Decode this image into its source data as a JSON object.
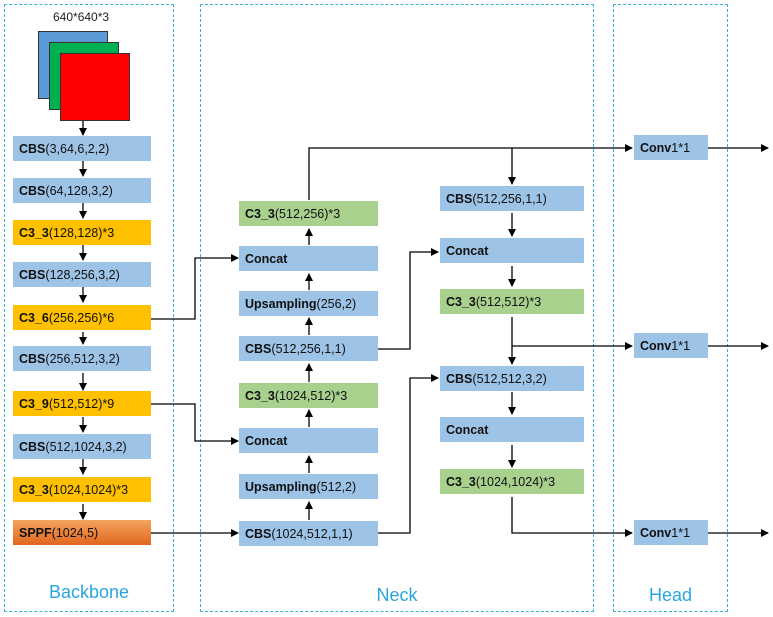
{
  "input": {
    "size_label": "640*640*3",
    "layer_colors": [
      "#5b9bd5",
      "#00b050",
      "#ff0000"
    ]
  },
  "panels": {
    "backbone": "Backbone",
    "neck": "Neck",
    "head": "Head"
  },
  "backbone": [
    {
      "name": "CBS",
      "params": "(3,64,6,2,2)"
    },
    {
      "name": "CBS",
      "params": "(64,128,3,2)"
    },
    {
      "name": "C3_3",
      "params": " (128,128)*3"
    },
    {
      "name": "CBS",
      "params": "(128,256,3,2)"
    },
    {
      "name": "C3_6",
      "params": " (256,256)*6"
    },
    {
      "name": "CBS",
      "params": "(256,512,3,2)"
    },
    {
      "name": "C3_9",
      "params": " (512,512)*9"
    },
    {
      "name": "CBS",
      "params": "(512,1024,3,2)"
    },
    {
      "name": "C3_3",
      "params": "(1024,1024)*3"
    },
    {
      "name": "SPPF",
      "params": "(1024,5)"
    }
  ],
  "neck_left": [
    {
      "name": "C3_3",
      "params": " (512,256)*3"
    },
    {
      "name": "Concat",
      "params": ""
    },
    {
      "name": "Upsampling",
      "params": "(256,2)"
    },
    {
      "name": "CBS",
      "params": "(512,256,1,1)"
    },
    {
      "name": "C3_3",
      "params": " (1024,512)*3"
    },
    {
      "name": "Concat",
      "params": ""
    },
    {
      "name": "Upsampling",
      "params": "(512,2)"
    },
    {
      "name": "CBS",
      "params": "(1024,512,1,1)"
    }
  ],
  "neck_right": [
    {
      "name": "CBS",
      "params": "(512,256,1,1)"
    },
    {
      "name": "Concat",
      "params": ""
    },
    {
      "name": "C3_3",
      "params": " (512,512)*3"
    },
    {
      "name": "CBS",
      "params": "(512,512,3,2)"
    },
    {
      "name": "Concat",
      "params": ""
    },
    {
      "name": "C3_3",
      "params": " (1024,1024)*3"
    }
  ],
  "head": [
    {
      "name": "Conv",
      "params": " 1*1"
    },
    {
      "name": "Conv",
      "params": " 1*1"
    },
    {
      "name": "Conv",
      "params": " 1*1"
    }
  ],
  "colors": {
    "blue": "#9dc3e6",
    "yellow": "#ffc000",
    "green": "#a9d18e",
    "orange": "#ed7d31",
    "dashed_border": "#3aaee0",
    "label": "#2aa6de"
  }
}
